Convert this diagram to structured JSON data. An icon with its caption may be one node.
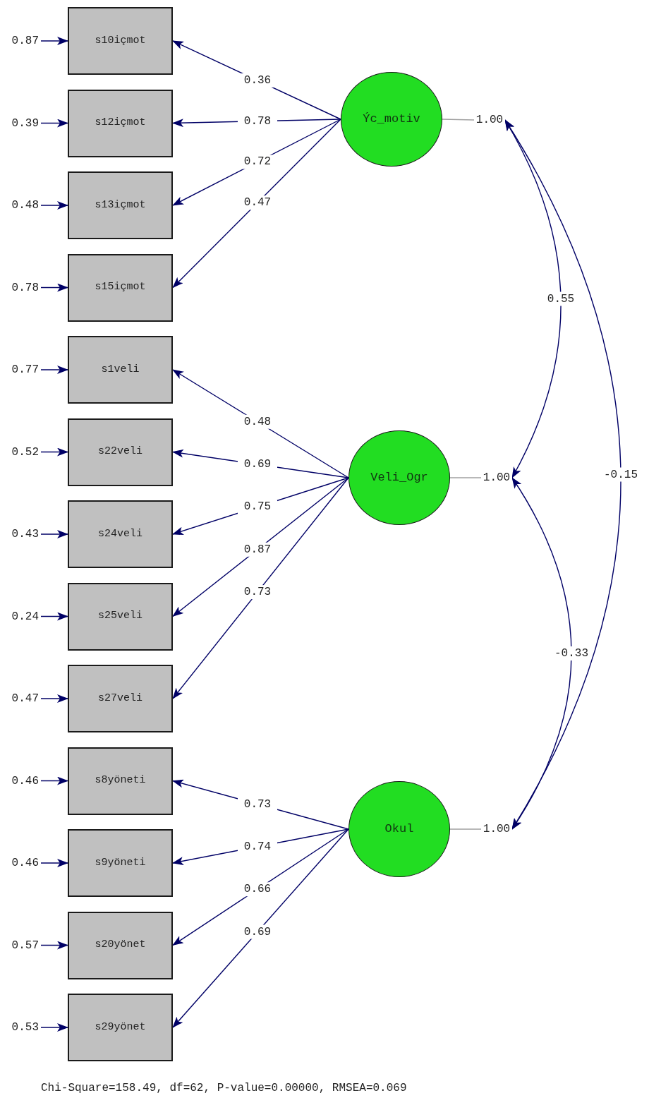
{
  "diagram": {
    "caption": "Chi-Square=158.49, df=62, P-value=0.00000, RMSEA=0.069",
    "nodes": [
      {
        "text": [
          "s10içmot"
        ]
      },
      {
        "text": [
          "s12içmot"
        ]
      },
      {
        "text": [
          "s13içmot"
        ]
      },
      {
        "text": [
          "s15içmot"
        ]
      },
      {
        "text": [
          "s1veli"
        ]
      },
      {
        "text": [
          "s22veli"
        ]
      },
      {
        "text": [
          "s24veli"
        ]
      },
      {
        "text": [
          "s25veli"
        ]
      },
      {
        "text": [
          "s27veli"
        ]
      },
      {
        "text": [
          "s8yöneti"
        ]
      },
      {
        "text": [
          "s9yöneti"
        ]
      },
      {
        "text": [
          "s20yönet"
        ]
      },
      {
        "text": [
          "s29yönet"
        ]
      },
      {
        "text": [
          "Ýc_motiv"
        ]
      },
      {
        "text": [
          "Veli_Ogr"
        ]
      },
      {
        "text": [
          "Okul"
        ]
      },
      {
        "text": [
          "1.00"
        ]
      },
      {
        "text": [
          "1.00"
        ]
      },
      {
        "text": [
          "1.00"
        ]
      }
    ],
    "edges": [
      {
        "from": null,
        "to": 0,
        "arrow": "to",
        "label": "0.87"
      },
      {
        "from": null,
        "to": 1,
        "arrow": "to",
        "label": "0.39"
      },
      {
        "from": null,
        "to": 2,
        "arrow": "to",
        "label": "0.48"
      },
      {
        "from": null,
        "to": 3,
        "arrow": "to",
        "label": "0.78"
      },
      {
        "from": null,
        "to": 4,
        "arrow": "to",
        "label": "0.77"
      },
      {
        "from": null,
        "to": 5,
        "arrow": "to",
        "label": "0.52"
      },
      {
        "from": null,
        "to": 6,
        "arrow": "to",
        "label": "0.43"
      },
      {
        "from": null,
        "to": 7,
        "arrow": "to",
        "label": "0.24"
      },
      {
        "from": null,
        "to": 8,
        "arrow": "to",
        "label": "0.47"
      },
      {
        "from": null,
        "to": 9,
        "arrow": "to",
        "label": "0.46"
      },
      {
        "from": null,
        "to": 10,
        "arrow": "to",
        "label": "0.46"
      },
      {
        "from": null,
        "to": 11,
        "arrow": "to",
        "label": "0.57"
      },
      {
        "from": null,
        "to": 12,
        "arrow": "to",
        "label": "0.53"
      },
      {
        "from": 13,
        "to": 0,
        "arrow": "to",
        "label": "0.36"
      },
      {
        "from": 13,
        "to": 1,
        "arrow": "to",
        "label": "0.78"
      },
      {
        "from": 13,
        "to": 2,
        "arrow": "to",
        "label": "0.72"
      },
      {
        "from": 13,
        "to": 3,
        "arrow": "to",
        "label": "0.47"
      },
      {
        "from": 14,
        "to": 4,
        "arrow": "to",
        "label": "0.48"
      },
      {
        "from": 14,
        "to": 5,
        "arrow": "to",
        "label": "0.69"
      },
      {
        "from": 14,
        "to": 6,
        "arrow": "to",
        "label": "0.75"
      },
      {
        "from": 14,
        "to": 7,
        "arrow": "to",
        "label": "0.87"
      },
      {
        "from": 14,
        "to": 8,
        "arrow": "to",
        "label": "0.73"
      },
      {
        "from": 15,
        "to": 9,
        "arrow": "to",
        "label": "0.73"
      },
      {
        "from": 15,
        "to": 10,
        "arrow": "to",
        "label": "0.74"
      },
      {
        "from": 15,
        "to": 11,
        "arrow": "to",
        "label": "0.66"
      },
      {
        "from": 15,
        "to": 12,
        "arrow": "to",
        "label": "0.69"
      },
      {
        "from": 13,
        "to": 16,
        "arrow": "none",
        "color": "#a0a0a0"
      },
      {
        "from": 14,
        "to": 17,
        "arrow": "none",
        "color": "#a0a0a0"
      },
      {
        "from": 15,
        "to": 18,
        "arrow": "none",
        "color": "#a0a0a0"
      },
      {
        "from": 16,
        "to": 17,
        "arrow": "both",
        "label": "0.55"
      },
      {
        "from": 16,
        "to": 18,
        "arrow": "both",
        "label": "-0.15"
      },
      {
        "from": 17,
        "to": 18,
        "arrow": "both",
        "label": "-0.33"
      }
    ]
  }
}
